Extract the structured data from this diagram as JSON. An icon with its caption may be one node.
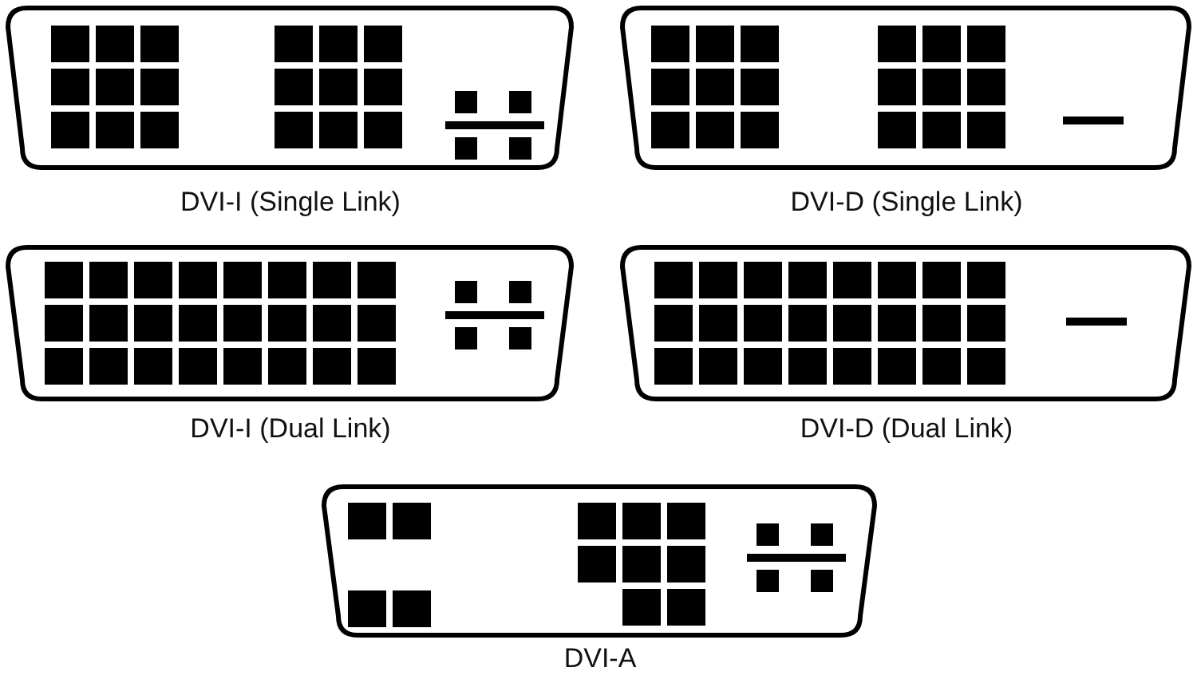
{
  "diagram": {
    "labels": [
      "DVI-I (Single Link)",
      "DVI-D (Single Link)",
      "DVI-I (Dual Link)",
      "DVI-D (Dual Link)",
      "DVI-A"
    ]
  }
}
